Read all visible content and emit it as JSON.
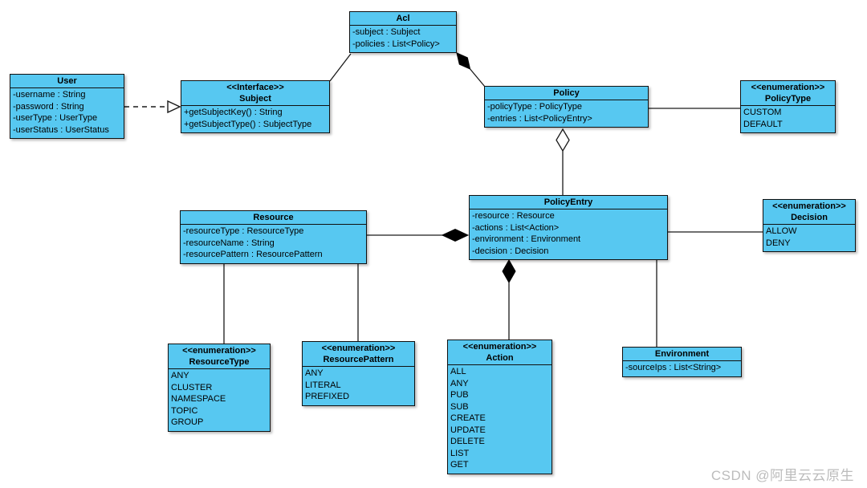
{
  "watermark": "CSDN @阿里云云原生",
  "colors": {
    "box_fill": "#57C8F1",
    "box_border": "#101010",
    "background": "#FFFFFF",
    "line": "#1a1a1a",
    "watermark_text": "#BCBCBC"
  },
  "classes": {
    "acl": {
      "name": "Acl",
      "members": [
        "-subject : Subject",
        "-policies : List<Policy>"
      ]
    },
    "user": {
      "name": "User",
      "members": [
        "-username : String",
        "-password : String",
        "-userType : UserType",
        "-userStatus : UserStatus"
      ]
    },
    "subject": {
      "stereotype": "<<Interface>>",
      "name": "Subject",
      "members": [
        "+getSubjectKey() : String",
        "+getSubjectType() : SubjectType"
      ]
    },
    "policy": {
      "name": "Policy",
      "members": [
        "-policyType : PolicyType",
        "-entries : List<PolicyEntry>"
      ]
    },
    "policy_type": {
      "stereotype": "<<enumeration>>",
      "name": "PolicyType",
      "members": [
        "CUSTOM",
        "DEFAULT"
      ]
    },
    "policy_entry": {
      "name": "PolicyEntry",
      "members": [
        "-resource : Resource",
        "-actions : List<Action>",
        "-environment : Environment",
        "-decision : Decision"
      ]
    },
    "decision": {
      "stereotype": "<<enumeration>>",
      "name": "Decision",
      "members": [
        "ALLOW",
        "DENY"
      ]
    },
    "resource": {
      "name": "Resource",
      "members": [
        "-resourceType : ResourceType",
        "-resourceName : String",
        "-resourcePattern : ResourcePattern"
      ]
    },
    "resource_type": {
      "stereotype": "<<enumeration>>",
      "name": "ResourceType",
      "members": [
        "ANY",
        "CLUSTER",
        "NAMESPACE",
        "TOPIC",
        "GROUP"
      ]
    },
    "resource_pattern": {
      "stereotype": "<<enumeration>>",
      "name": "ResourcePattern",
      "members": [
        "ANY",
        "LITERAL",
        "PREFIXED"
      ]
    },
    "action": {
      "stereotype": "<<enumeration>>",
      "name": "Action",
      "members": [
        "ALL",
        "ANY",
        "PUB",
        "SUB",
        "CREATE",
        "UPDATE",
        "DELETE",
        "LIST",
        "GET"
      ]
    },
    "environment": {
      "name": "Environment",
      "members": [
        "-sourceIps : List<String>"
      ]
    }
  },
  "relationships": [
    {
      "from": "User",
      "to": "Subject",
      "type": "realization"
    },
    {
      "from": "Acl",
      "to": "Subject",
      "type": "association"
    },
    {
      "from": "Acl",
      "to": "Policy",
      "type": "composition",
      "diamond_at": "Acl"
    },
    {
      "from": "Policy",
      "to": "PolicyType",
      "type": "association"
    },
    {
      "from": "Policy",
      "to": "PolicyEntry",
      "type": "aggregation",
      "diamond_at": "Policy"
    },
    {
      "from": "PolicyEntry",
      "to": "Resource",
      "type": "composition",
      "diamond_at": "PolicyEntry"
    },
    {
      "from": "PolicyEntry",
      "to": "Decision",
      "type": "association"
    },
    {
      "from": "PolicyEntry",
      "to": "Action",
      "type": "composition",
      "diamond_at": "PolicyEntry"
    },
    {
      "from": "PolicyEntry",
      "to": "Environment",
      "type": "association"
    },
    {
      "from": "Resource",
      "to": "ResourceType",
      "type": "association"
    },
    {
      "from": "Resource",
      "to": "ResourcePattern",
      "type": "association"
    }
  ]
}
